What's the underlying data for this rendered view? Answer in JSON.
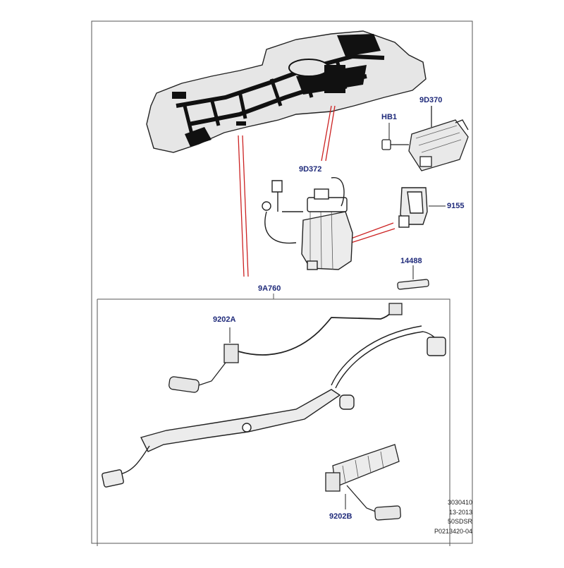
{
  "callouts": {
    "c_9D370": "9D370",
    "c_HB1": "HB1",
    "c_9D372": "9D372",
    "c_9155": "9155",
    "c_14488": "14488",
    "c_9A760": "9A760",
    "c_9202A": "9202A",
    "c_9202B": "9202B"
  },
  "reference": {
    "line1": "3030410",
    "line2": "13-2013",
    "line3": "50SDSR",
    "line4": "P0213420-04"
  },
  "colors": {
    "label": "#1f2a7a",
    "leader_red": "#cc2222",
    "outline": "#222222",
    "tank_fill": "#e6e6e6",
    "panel_bg": "#ffffff",
    "frame": "#555555"
  }
}
